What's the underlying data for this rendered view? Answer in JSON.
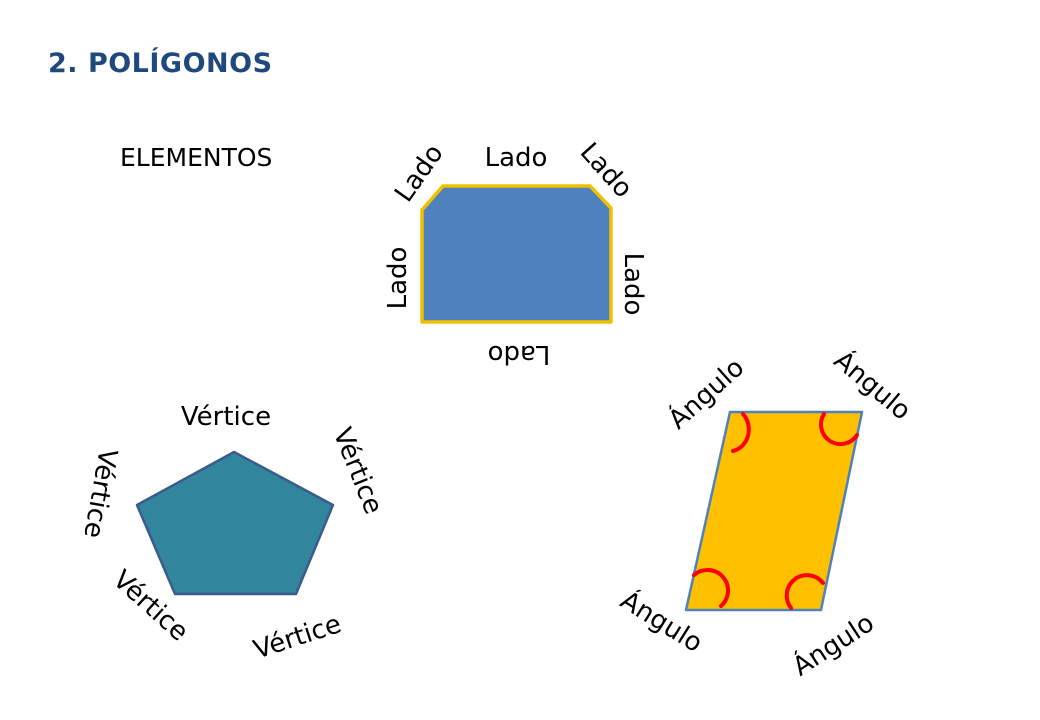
{
  "title": "2. POLÍGONOS",
  "subtitle": "ELEMENTOS",
  "figures": {
    "octagon": {
      "fill": "#4f81bd",
      "stroke": "#f0c000",
      "labels": {
        "top": "Lado",
        "top_left": "Lado",
        "top_right": "Lado",
        "left": "Lado",
        "right": "Lado",
        "bottom": "Lado"
      }
    },
    "pentagon": {
      "fill": "#31859c",
      "stroke": "#3a5b8c",
      "labels": {
        "top": "Vértice",
        "left": "Vértice",
        "right": "Vértice",
        "bottom_left": "Vértice",
        "bottom_right": "Vértice"
      }
    },
    "parallelogram": {
      "fill": "#ffc000",
      "stroke": "#4f81bd",
      "arc_color": "#ff0000",
      "labels": {
        "top_left": "Ángulo",
        "top_right": "Ángulo",
        "bottom_left": "Ángulo",
        "bottom_right": "Ángulo"
      }
    }
  }
}
